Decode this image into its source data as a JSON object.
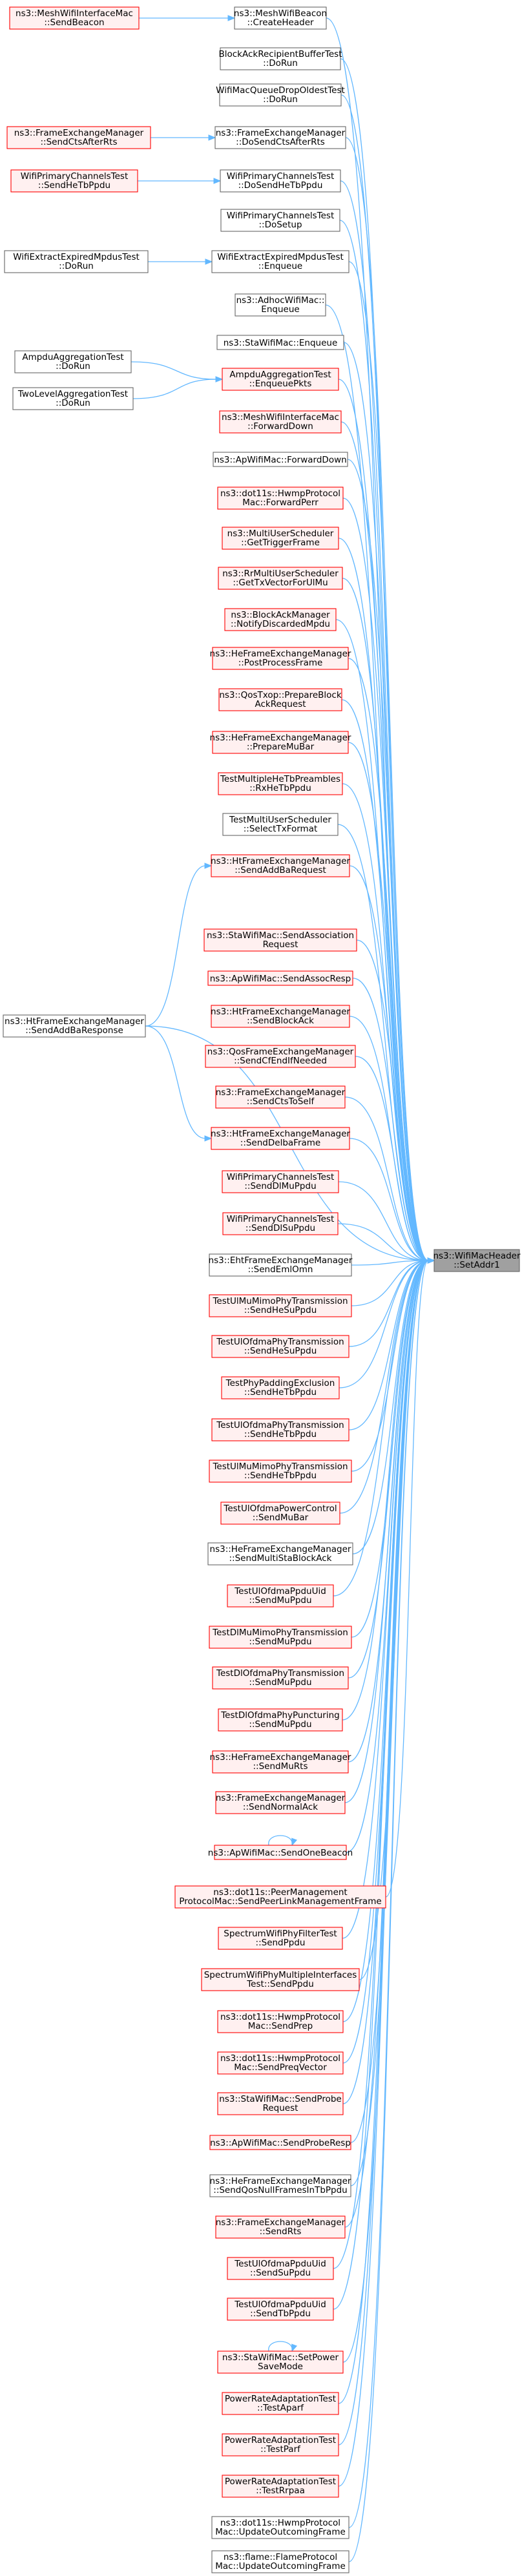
{
  "graph": {
    "colors": {
      "edge": "#63b8ff",
      "target_fill": "#a0a0a0",
      "target_border": "#666666",
      "undocumented_border": "#ff0000",
      "undocumented_fill": "#fff0f0",
      "documented_border": "#666666",
      "documented_fill": "#ffffff"
    },
    "target": {
      "id": "target",
      "lines": [
        "ns3::WifiMacHeader",
        "::SetAddr1"
      ],
      "style": "target"
    },
    "nodes": [
      {
        "id": "c01",
        "lines": [
          "ns3::MeshWifiBeacon",
          "::CreateHeader"
        ],
        "style": "doc"
      },
      {
        "id": "c02",
        "lines": [
          "BlockAckRecipientBufferTest",
          "::DoRun"
        ],
        "style": "doc"
      },
      {
        "id": "c03",
        "lines": [
          "WifiMacQueueDropOldestTest",
          "::DoRun"
        ],
        "style": "doc"
      },
      {
        "id": "c04",
        "lines": [
          "ns3::FrameExchangeManager",
          "::DoSendCtsAfterRts"
        ],
        "style": "doc"
      },
      {
        "id": "c05",
        "lines": [
          "WifiPrimaryChannelsTest",
          "::DoSendHeTbPpdu"
        ],
        "style": "doc"
      },
      {
        "id": "c06",
        "lines": [
          "WifiPrimaryChannelsTest",
          "::DoSetup"
        ],
        "style": "doc"
      },
      {
        "id": "c07",
        "lines": [
          "WifiExtractExpiredMpdusTest",
          "::Enqueue"
        ],
        "style": "doc"
      },
      {
        "id": "c08",
        "lines": [
          "ns3::AdhocWifiMac::",
          "Enqueue"
        ],
        "style": "doc"
      },
      {
        "id": "c09",
        "lines": [
          "ns3::StaWifiMac::Enqueue"
        ],
        "style": "doc"
      },
      {
        "id": "c10",
        "lines": [
          "AmpduAggregationTest",
          "::EnqueuePkts"
        ],
        "style": "undoc"
      },
      {
        "id": "c11",
        "lines": [
          "ns3::MeshWifiInterfaceMac",
          "::ForwardDown"
        ],
        "style": "undoc"
      },
      {
        "id": "c12",
        "lines": [
          "ns3::ApWifiMac::ForwardDown"
        ],
        "style": "doc"
      },
      {
        "id": "c13",
        "lines": [
          "ns3::dot11s::HwmpProtocol",
          "Mac::ForwardPerr"
        ],
        "style": "undoc"
      },
      {
        "id": "c14",
        "lines": [
          "ns3::MultiUserScheduler",
          "::GetTriggerFrame"
        ],
        "style": "undoc"
      },
      {
        "id": "c15",
        "lines": [
          "ns3::RrMultiUserScheduler",
          "::GetTxVectorForUlMu"
        ],
        "style": "undoc"
      },
      {
        "id": "c16",
        "lines": [
          "ns3::BlockAckManager",
          "::NotifyDiscardedMpdu"
        ],
        "style": "undoc"
      },
      {
        "id": "c17",
        "lines": [
          "ns3::HeFrameExchangeManager",
          "::PostProcessFrame"
        ],
        "style": "undoc"
      },
      {
        "id": "c18",
        "lines": [
          "ns3::QosTxop::PrepareBlock",
          "AckRequest"
        ],
        "style": "undoc"
      },
      {
        "id": "c19",
        "lines": [
          "ns3::HeFrameExchangeManager",
          "::PrepareMuBar"
        ],
        "style": "undoc"
      },
      {
        "id": "c20",
        "lines": [
          "TestMultipleHeTbPreambles",
          "::RxHeTbPpdu"
        ],
        "style": "undoc"
      },
      {
        "id": "c21",
        "lines": [
          "TestMultiUserScheduler",
          "::SelectTxFormat"
        ],
        "style": "doc"
      },
      {
        "id": "c22",
        "lines": [
          "ns3::HtFrameExchangeManager",
          "::SendAddBaRequest"
        ],
        "style": "undoc"
      },
      {
        "id": "c23",
        "lines": [
          "ns3::StaWifiMac::SendAssociation",
          "Request"
        ],
        "style": "undoc"
      },
      {
        "id": "c24",
        "lines": [
          "ns3::ApWifiMac::SendAssocResp"
        ],
        "style": "undoc"
      },
      {
        "id": "c25",
        "lines": [
          "ns3::HtFrameExchangeManager",
          "::SendBlockAck"
        ],
        "style": "undoc"
      },
      {
        "id": "c26",
        "lines": [
          "ns3::QosFrameExchangeManager",
          "::SendCfEndIfNeeded"
        ],
        "style": "undoc"
      },
      {
        "id": "c27",
        "lines": [
          "ns3::FrameExchangeManager",
          "::SendCtsToSelf"
        ],
        "style": "undoc"
      },
      {
        "id": "c28",
        "lines": [
          "ns3::HtFrameExchangeManager",
          "::SendDelbaFrame"
        ],
        "style": "undoc"
      },
      {
        "id": "c29",
        "lines": [
          "WifiPrimaryChannelsTest",
          "::SendDlMuPpdu"
        ],
        "style": "undoc"
      },
      {
        "id": "c30",
        "lines": [
          "WifiPrimaryChannelsTest",
          "::SendDlSuPpdu"
        ],
        "style": "undoc"
      },
      {
        "id": "c31",
        "lines": [
          "ns3::EhtFrameExchangeManager",
          "::SendEmlOmn"
        ],
        "style": "doc"
      },
      {
        "id": "c32",
        "lines": [
          "TestUlMuMimoPhyTransmission",
          "::SendHeSuPpdu"
        ],
        "style": "undoc"
      },
      {
        "id": "c33",
        "lines": [
          "TestUlOfdmaPhyTransmission",
          "::SendHeSuPpdu"
        ],
        "style": "undoc"
      },
      {
        "id": "c34",
        "lines": [
          "TestPhyPaddingExclusion",
          "::SendHeTbPpdu"
        ],
        "style": "undoc"
      },
      {
        "id": "c35",
        "lines": [
          "TestUlOfdmaPhyTransmission",
          "::SendHeTbPpdu"
        ],
        "style": "undoc"
      },
      {
        "id": "c36",
        "lines": [
          "TestUlMuMimoPhyTransmission",
          "::SendHeTbPpdu"
        ],
        "style": "undoc"
      },
      {
        "id": "c37",
        "lines": [
          "TestUlOfdmaPowerControl",
          "::SendMuBar"
        ],
        "style": "undoc"
      },
      {
        "id": "c38",
        "lines": [
          "ns3::HeFrameExchangeManager",
          "::SendMultiStaBlockAck"
        ],
        "style": "doc"
      },
      {
        "id": "c39",
        "lines": [
          "TestUlOfdmaPpduUid",
          "::SendMuPpdu"
        ],
        "style": "undoc"
      },
      {
        "id": "c40",
        "lines": [
          "TestDlMuMimoPhyTransmission",
          "::SendMuPpdu"
        ],
        "style": "undoc"
      },
      {
        "id": "c41",
        "lines": [
          "TestDlOfdmaPhyTransmission",
          "::SendMuPpdu"
        ],
        "style": "undoc"
      },
      {
        "id": "c42",
        "lines": [
          "TestDlOfdmaPhyPuncturing",
          "::SendMuPpdu"
        ],
        "style": "undoc"
      },
      {
        "id": "c43",
        "lines": [
          "ns3::HeFrameExchangeManager",
          "::SendMuRts"
        ],
        "style": "undoc"
      },
      {
        "id": "c44",
        "lines": [
          "ns3::FrameExchangeManager",
          "::SendNormalAck"
        ],
        "style": "undoc"
      },
      {
        "id": "c45",
        "lines": [
          "ns3::ApWifiMac::SendOneBeacon"
        ],
        "style": "undoc"
      },
      {
        "id": "c46",
        "lines": [
          "ns3::dot11s::PeerManagement",
          "ProtocolMac::SendPeerLinkManagementFrame"
        ],
        "style": "undoc"
      },
      {
        "id": "c47",
        "lines": [
          "SpectrumWifiPhyFilterTest",
          "::SendPpdu"
        ],
        "style": "undoc"
      },
      {
        "id": "c48",
        "lines": [
          "SpectrumWifiPhyMultipleInterfaces",
          "Test::SendPpdu"
        ],
        "style": "undoc"
      },
      {
        "id": "c49",
        "lines": [
          "ns3::dot11s::HwmpProtocol",
          "Mac::SendPrep"
        ],
        "style": "undoc"
      },
      {
        "id": "c50",
        "lines": [
          "ns3::dot11s::HwmpProtocol",
          "Mac::SendPreqVector"
        ],
        "style": "undoc"
      },
      {
        "id": "c51",
        "lines": [
          "ns3::StaWifiMac::SendProbe",
          "Request"
        ],
        "style": "undoc"
      },
      {
        "id": "c52",
        "lines": [
          "ns3::ApWifiMac::SendProbeResp"
        ],
        "style": "undoc"
      },
      {
        "id": "c53",
        "lines": [
          "ns3::HeFrameExchangeManager",
          "::SendQosNullFramesInTbPpdu"
        ],
        "style": "doc"
      },
      {
        "id": "c54",
        "lines": [
          "ns3::FrameExchangeManager",
          "::SendRts"
        ],
        "style": "undoc"
      },
      {
        "id": "c55",
        "lines": [
          "TestUlOfdmaPpduUid",
          "::SendSuPpdu"
        ],
        "style": "undoc"
      },
      {
        "id": "c56",
        "lines": [
          "TestUlOfdmaPpduUid",
          "::SendTbPpdu"
        ],
        "style": "undoc"
      },
      {
        "id": "c57",
        "lines": [
          "ns3::StaWifiMac::SetPower",
          "SaveMode"
        ],
        "style": "undoc"
      },
      {
        "id": "c58",
        "lines": [
          "PowerRateAdaptationTest",
          "::TestAparf"
        ],
        "style": "undoc"
      },
      {
        "id": "c59",
        "lines": [
          "PowerRateAdaptationTest",
          "::TestParf"
        ],
        "style": "undoc"
      },
      {
        "id": "c60",
        "lines": [
          "PowerRateAdaptationTest",
          "::TestRrpaa"
        ],
        "style": "undoc"
      },
      {
        "id": "c61",
        "lines": [
          "ns3::dot11s::HwmpProtocol",
          "Mac::UpdateOutcomingFrame"
        ],
        "style": "doc"
      },
      {
        "id": "c62",
        "lines": [
          "ns3::flame::FlameProtocol",
          "Mac::UpdateOutcomingFrame"
        ],
        "style": "doc"
      },
      {
        "id": "l01",
        "lines": [
          "ns3::MeshWifiInterfaceMac",
          "::SendBeacon"
        ],
        "style": "undoc"
      },
      {
        "id": "l02",
        "lines": [
          "ns3::FrameExchangeManager",
          "::SendCtsAfterRts"
        ],
        "style": "undoc"
      },
      {
        "id": "l03",
        "lines": [
          "WifiPrimaryChannelsTest",
          "::SendHeTbPpdu"
        ],
        "style": "undoc"
      },
      {
        "id": "l04",
        "lines": [
          "WifiExtractExpiredMpdusTest",
          "::DoRun"
        ],
        "style": "doc"
      },
      {
        "id": "l05",
        "lines": [
          "AmpduAggregationTest",
          "::DoRun"
        ],
        "style": "doc"
      },
      {
        "id": "l06",
        "lines": [
          "TwoLevelAggregationTest",
          "::DoRun"
        ],
        "style": "doc"
      },
      {
        "id": "l07",
        "lines": [
          "ns3::HtFrameExchangeManager",
          "::SendAddBaResponse"
        ],
        "style": "doc"
      }
    ],
    "edges": [
      [
        "c01",
        "target"
      ],
      [
        "c02",
        "target"
      ],
      [
        "c03",
        "target"
      ],
      [
        "c04",
        "target"
      ],
      [
        "c05",
        "target"
      ],
      [
        "c06",
        "target"
      ],
      [
        "c07",
        "target"
      ],
      [
        "c08",
        "target"
      ],
      [
        "c09",
        "target"
      ],
      [
        "c10",
        "target"
      ],
      [
        "c11",
        "target"
      ],
      [
        "c12",
        "target"
      ],
      [
        "c13",
        "target"
      ],
      [
        "c14",
        "target"
      ],
      [
        "c15",
        "target"
      ],
      [
        "c16",
        "target"
      ],
      [
        "c17",
        "target"
      ],
      [
        "c18",
        "target"
      ],
      [
        "c19",
        "target"
      ],
      [
        "c20",
        "target"
      ],
      [
        "c21",
        "target"
      ],
      [
        "c22",
        "target"
      ],
      [
        "c23",
        "target"
      ],
      [
        "c24",
        "target"
      ],
      [
        "c25",
        "target"
      ],
      [
        "c26",
        "target"
      ],
      [
        "c27",
        "target"
      ],
      [
        "c28",
        "target"
      ],
      [
        "c29",
        "target"
      ],
      [
        "c30",
        "target"
      ],
      [
        "c31",
        "target"
      ],
      [
        "c32",
        "target"
      ],
      [
        "c33",
        "target"
      ],
      [
        "c34",
        "target"
      ],
      [
        "c35",
        "target"
      ],
      [
        "c36",
        "target"
      ],
      [
        "c37",
        "target"
      ],
      [
        "c38",
        "target"
      ],
      [
        "c39",
        "target"
      ],
      [
        "c40",
        "target"
      ],
      [
        "c41",
        "target"
      ],
      [
        "c42",
        "target"
      ],
      [
        "c43",
        "target"
      ],
      [
        "c44",
        "target"
      ],
      [
        "c45",
        "target"
      ],
      [
        "c46",
        "target"
      ],
      [
        "c47",
        "target"
      ],
      [
        "c48",
        "target"
      ],
      [
        "c49",
        "target"
      ],
      [
        "c50",
        "target"
      ],
      [
        "c51",
        "target"
      ],
      [
        "c52",
        "target"
      ],
      [
        "c53",
        "target"
      ],
      [
        "c54",
        "target"
      ],
      [
        "c55",
        "target"
      ],
      [
        "c56",
        "target"
      ],
      [
        "c57",
        "target"
      ],
      [
        "c58",
        "target"
      ],
      [
        "c59",
        "target"
      ],
      [
        "c60",
        "target"
      ],
      [
        "c61",
        "target"
      ],
      [
        "c62",
        "target"
      ],
      [
        "l01",
        "c01"
      ],
      [
        "l02",
        "c04"
      ],
      [
        "l03",
        "c05"
      ],
      [
        "l04",
        "c07"
      ],
      [
        "l05",
        "c10"
      ],
      [
        "l06",
        "c10"
      ],
      [
        "l07",
        "c22"
      ],
      [
        "l07",
        "c28"
      ],
      [
        "l07",
        "target"
      ],
      [
        "c45",
        "c45"
      ],
      [
        "c57",
        "c57"
      ]
    ]
  }
}
